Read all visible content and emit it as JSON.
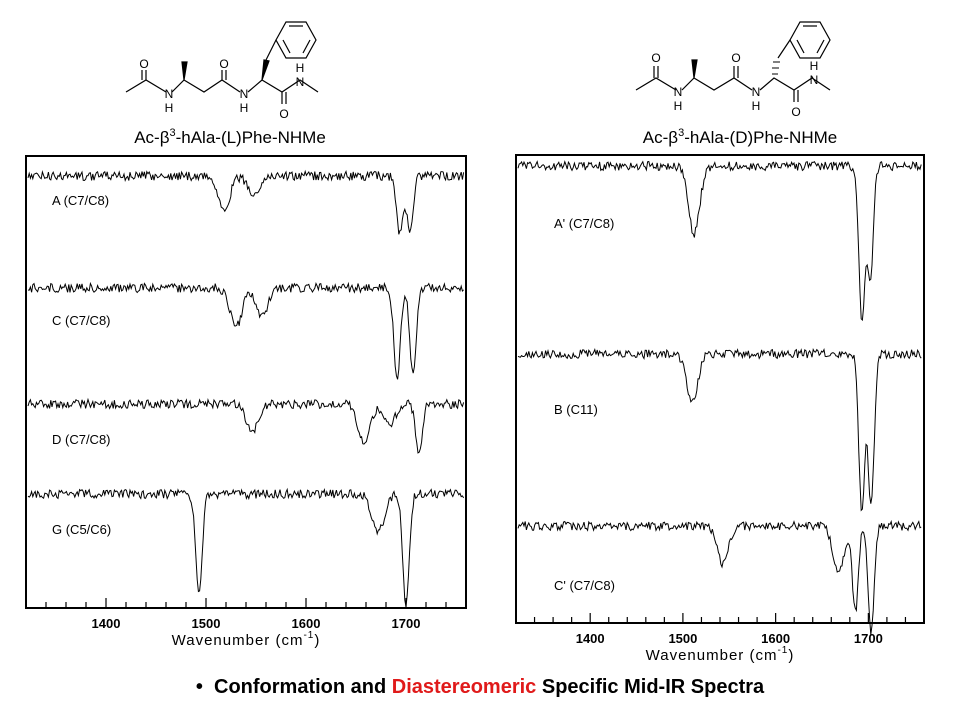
{
  "molecules": [
    {
      "name_main": "Ac-β",
      "name_sup": "3",
      "name_rest": "-hAla-(L)Phe-NHMe",
      "atoms": [
        "O",
        "N",
        "H",
        "O",
        "N",
        "H",
        "H",
        "N",
        "O"
      ]
    },
    {
      "name_main": "Ac-β",
      "name_sup": "3",
      "name_rest": "-hAla-(D)Phe-NHMe",
      "atoms": [
        "O",
        "N",
        "H",
        "O",
        "N",
        "H",
        "H",
        "N",
        "O"
      ]
    }
  ],
  "chart_data": [
    {
      "type": "line",
      "xlabel": "Wavenumber (cm-1)",
      "xlabel_main": "Wavenumber (cm",
      "xlabel_sup": "-1",
      "xlabel_end": ")",
      "xlim": [
        1320,
        1760
      ],
      "xticks": [
        1400,
        1500,
        1600,
        1700
      ],
      "series": [
        {
          "name": "A (C7/C8)",
          "baseline": 0.95,
          "dips": [
            [
              1518,
              0.55
            ],
            [
              1548,
              0.3
            ],
            [
              1694,
              1.0
            ],
            [
              1704,
              0.95
            ]
          ]
        },
        {
          "name": "C (C7/C8)",
          "baseline": 0.95,
          "dips": [
            [
              1530,
              0.4
            ],
            [
              1556,
              0.3
            ],
            [
              1691,
              0.95
            ],
            [
              1707,
              0.9
            ]
          ]
        },
        {
          "name": "D (C7/C8)",
          "baseline": 0.95,
          "dips": [
            [
              1546,
              0.4
            ],
            [
              1658,
              0.55
            ],
            [
              1683,
              0.3
            ],
            [
              1713,
              0.75
            ]
          ]
        },
        {
          "name": "G (C5/C6)",
          "baseline": 0.95,
          "dips": [
            [
              1493,
              0.85
            ],
            [
              1672,
              0.35
            ],
            [
              1700,
              1.0
            ]
          ]
        }
      ]
    },
    {
      "type": "line",
      "xlabel": "Wavenumber (cm-1)",
      "xlabel_main": "Wavenumber (cm",
      "xlabel_sup": "-1",
      "xlabel_end": ")",
      "xlim": [
        1320,
        1760
      ],
      "xticks": [
        1400,
        1500,
        1600,
        1700
      ],
      "series": [
        {
          "name": "A' (C7/C8)",
          "baseline": 0.95,
          "dips": [
            [
              1512,
              0.45
            ],
            [
              1693,
              1.0
            ],
            [
              1702,
              0.75
            ]
          ]
        },
        {
          "name": "B (C11)",
          "baseline": 0.95,
          "dips": [
            [
              1510,
              0.3
            ],
            [
              1693,
              1.0
            ],
            [
              1703,
              0.95
            ]
          ]
        },
        {
          "name": "C' (C7/C8)",
          "baseline": 0.95,
          "dips": [
            [
              1543,
              0.35
            ],
            [
              1668,
              0.45
            ],
            [
              1686,
              0.8
            ],
            [
              1703,
              1.0
            ]
          ]
        }
      ]
    }
  ],
  "footer": {
    "bullet": "•",
    "part1": "Conformation and ",
    "highlight": "Diastereomeric",
    "part2": " Specific Mid-IR Spectra"
  }
}
